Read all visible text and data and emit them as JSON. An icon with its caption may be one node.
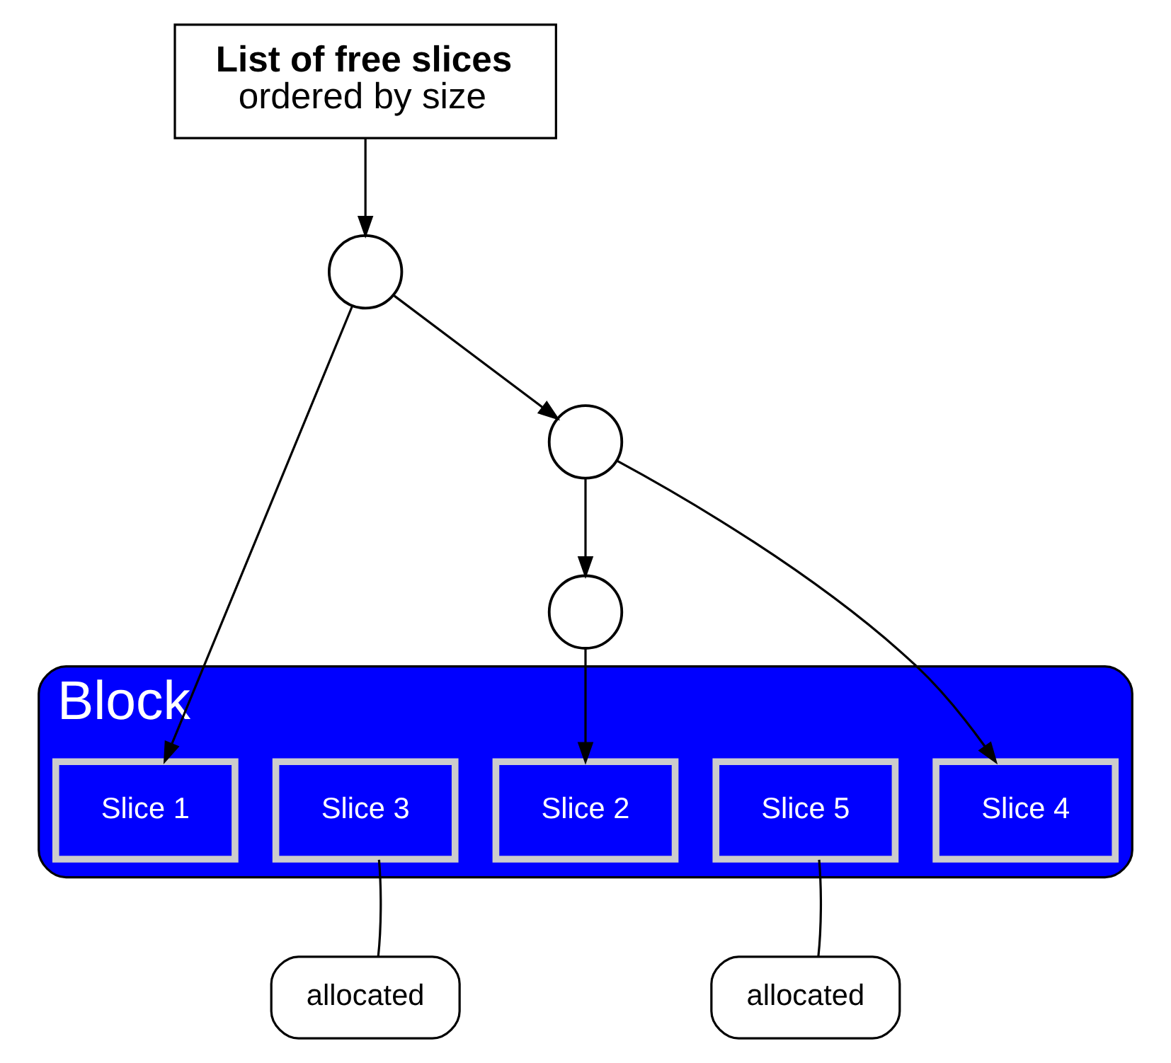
{
  "diagram": {
    "nodes": [
      {
        "text": [
          "List of free slices",
          "ordered by size"
        ]
      },
      {
        "text": [],
        "shape": "circle"
      },
      {
        "text": [],
        "shape": "circle"
      },
      {
        "text": [],
        "shape": "circle"
      },
      {
        "text": [
          "Block"
        ]
      },
      {
        "text": [
          "Slice 1"
        ],
        "in": 4
      },
      {
        "text": [
          "Slice 3"
        ],
        "in": 4
      },
      {
        "text": [
          "Slice 2"
        ],
        "in": 4
      },
      {
        "text": [
          "Slice 5"
        ],
        "in": 4
      },
      {
        "text": [
          "Slice 4"
        ],
        "in": 4
      },
      {
        "text": [
          "allocated"
        ]
      },
      {
        "text": [
          "allocated"
        ]
      }
    ],
    "edges": [
      {
        "from": 0,
        "to": 1,
        "arrow": "to"
      },
      {
        "from": 1,
        "to": 2,
        "arrow": "to"
      },
      {
        "from": 2,
        "to": 3,
        "arrow": "to"
      },
      {
        "from": 1,
        "to": 5,
        "arrow": "to"
      },
      {
        "from": 2,
        "to": 9,
        "arrow": "to"
      },
      {
        "from": 3,
        "to": 7,
        "arrow": "to"
      },
      {
        "from": 10,
        "to": 6,
        "arrow": "none"
      },
      {
        "from": 11,
        "to": 8,
        "arrow": "none"
      }
    ]
  }
}
